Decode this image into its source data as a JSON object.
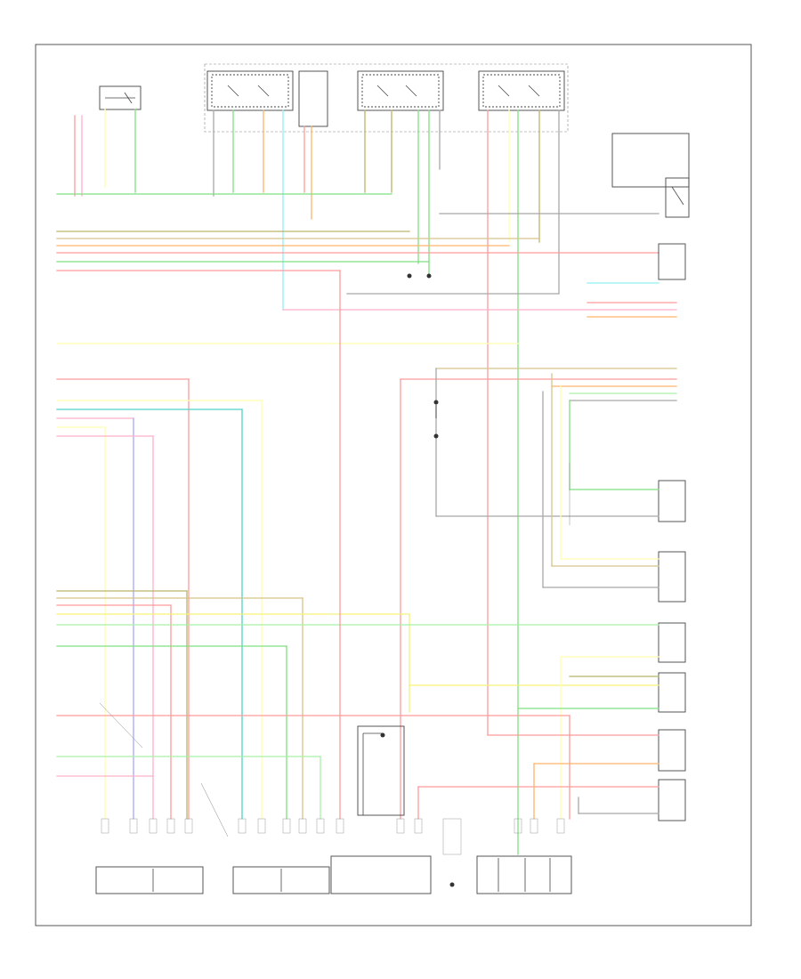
{
  "diagram": {
    "watermark": "",
    "colors": {
      "red": "#ff9a9a",
      "pink": "#ffb0c8",
      "yellow": "#f5f27a",
      "lightyellow": "#ffffb0",
      "green": "#7fe07f",
      "lightgreen": "#a8f0a8",
      "orange": "#ffb36b",
      "tan": "#d8c28a",
      "olive": "#b9b46a",
      "cyan": "#8ff0f0",
      "teal": "#4fd2c8",
      "blue": "#a8a8ff",
      "violet": "#c7a8ff",
      "gray": "#a8a8a8",
      "black": "#666666"
    },
    "components": [
      {
        "id": "top-seat-control-switch",
        "label": ""
      },
      {
        "id": "top-seat-relay",
        "label": ""
      },
      {
        "id": "top-center-switch-left",
        "label": ""
      },
      {
        "id": "top-center-switch-right",
        "label": ""
      },
      {
        "id": "top-right-switch",
        "label": ""
      },
      {
        "id": "memory-module-top-right",
        "label": ""
      },
      {
        "id": "right-connector-stack",
        "label": ""
      },
      {
        "id": "bottom-module-1",
        "label": ""
      },
      {
        "id": "bottom-module-2",
        "label": ""
      },
      {
        "id": "bottom-module-3",
        "label": ""
      },
      {
        "id": "bottom-module-4",
        "label": ""
      },
      {
        "id": "bottom-module-5",
        "label": ""
      },
      {
        "id": "center-sensor",
        "label": ""
      },
      {
        "id": "bottom-fuse-block",
        "label": ""
      }
    ]
  }
}
